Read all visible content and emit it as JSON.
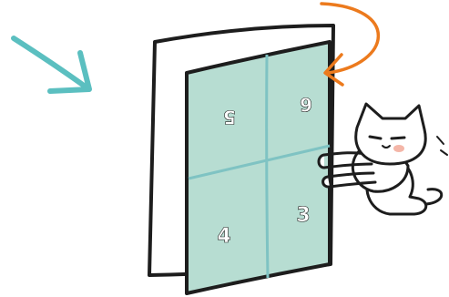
{
  "illustration": {
    "panel_numbers": {
      "top_left": "5",
      "top_right": "6",
      "bottom_left": "4",
      "bottom_right": "3"
    },
    "icons": [
      "arrow-icon",
      "rotate-arrow-icon",
      "cat-icon"
    ]
  },
  "colors": {
    "panel_fill": "#b7ddd2",
    "fold_line": "#7fc3c3",
    "outline": "#1d1d1d",
    "teal_arrow": "#5bbfc0",
    "orange_arrow": "#ec7a1d",
    "cat_blush": "#f4b6a8"
  }
}
